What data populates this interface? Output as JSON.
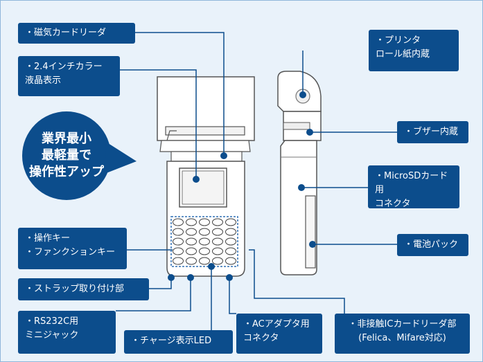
{
  "headline": "業界最小\n最軽量で\n操作性アップ",
  "labels": {
    "magnetic_card_reader": "・磁気カードリーダ",
    "lcd": "・2.4インチカラー\n  液晶表示",
    "printer": "・プリンタ\n  ロール紙内蔵",
    "buzzer": "・ブザー内蔵",
    "microsd": "・MicroSDカード用\n  コネクタ",
    "battery": "・電池パック",
    "keys": "・操作キー\n・ファンクションキー",
    "strap": "・ストラップ取り付け部",
    "rs232c": "・RS232C用\n  ミニジャック",
    "charge_led": "・チャージ表示LED",
    "ac_adapter": "・ACアダプタ用\n  コネクタ",
    "ic_reader": "・非接触ICカードリーダ部\n(Felica、Mifare対応)"
  },
  "colors": {
    "label_bg": "#0c4d8c",
    "label_text": "#ffffff",
    "background": "#e9f2fa",
    "leader_line": "#0c4d8c",
    "key_outline": "#2f6fb3"
  }
}
